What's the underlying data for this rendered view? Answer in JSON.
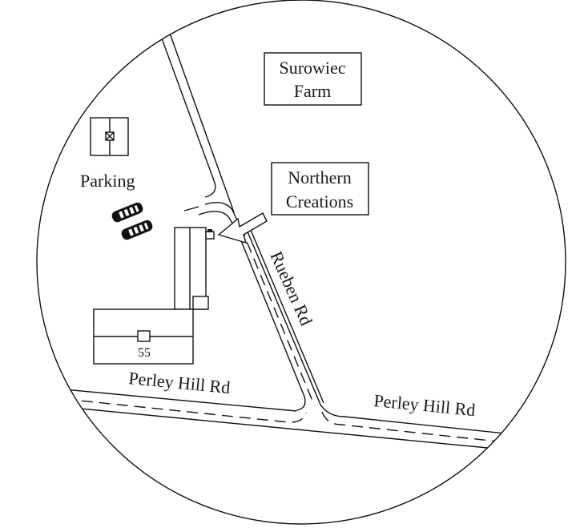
{
  "map": {
    "title": "Location map",
    "labels": {
      "surowiec_farm": [
        "Surowiec",
        "Farm"
      ],
      "northern_creations": [
        "Northern",
        "Creations"
      ],
      "parking": "Parking",
      "rueben_rd": "Rueben Rd",
      "perley_hill_rd_west": "Perley Hill Rd",
      "perley_hill_rd_east": "Perley Hill Rd",
      "house_number": "55"
    },
    "icons": {
      "cars": "car-icon",
      "arrow": "arrow-left-icon",
      "parking_marker": "x-box-icon"
    },
    "colors": {
      "ink": "#111111",
      "background": "#ffffff"
    }
  }
}
